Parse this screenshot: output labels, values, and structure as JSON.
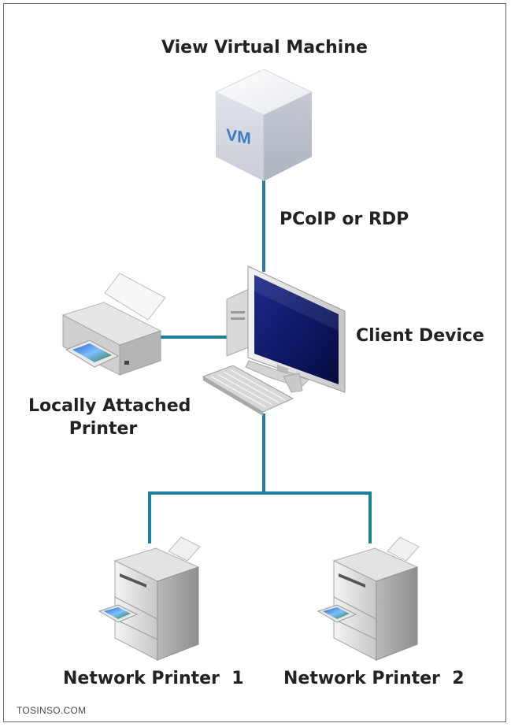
{
  "diagram": {
    "title": "View Virtual Machine",
    "vm_badge": "VM",
    "connection_label": "PCoIP or RDP",
    "client_label": "Client Device",
    "local_printer_label_line1": "Locally Attached",
    "local_printer_label_line2": "Printer",
    "network_printer_1_label": "Network Printer  1",
    "network_printer_2_label": "Network Printer  2"
  },
  "watermark": "TOSINSO.COM",
  "colors": {
    "connector": "#1d7f99",
    "text": "#222222"
  },
  "icons": [
    "vm-cube-icon",
    "desktop-computer-icon",
    "keyboard-icon",
    "inkjet-printer-icon",
    "network-printer-icon"
  ]
}
